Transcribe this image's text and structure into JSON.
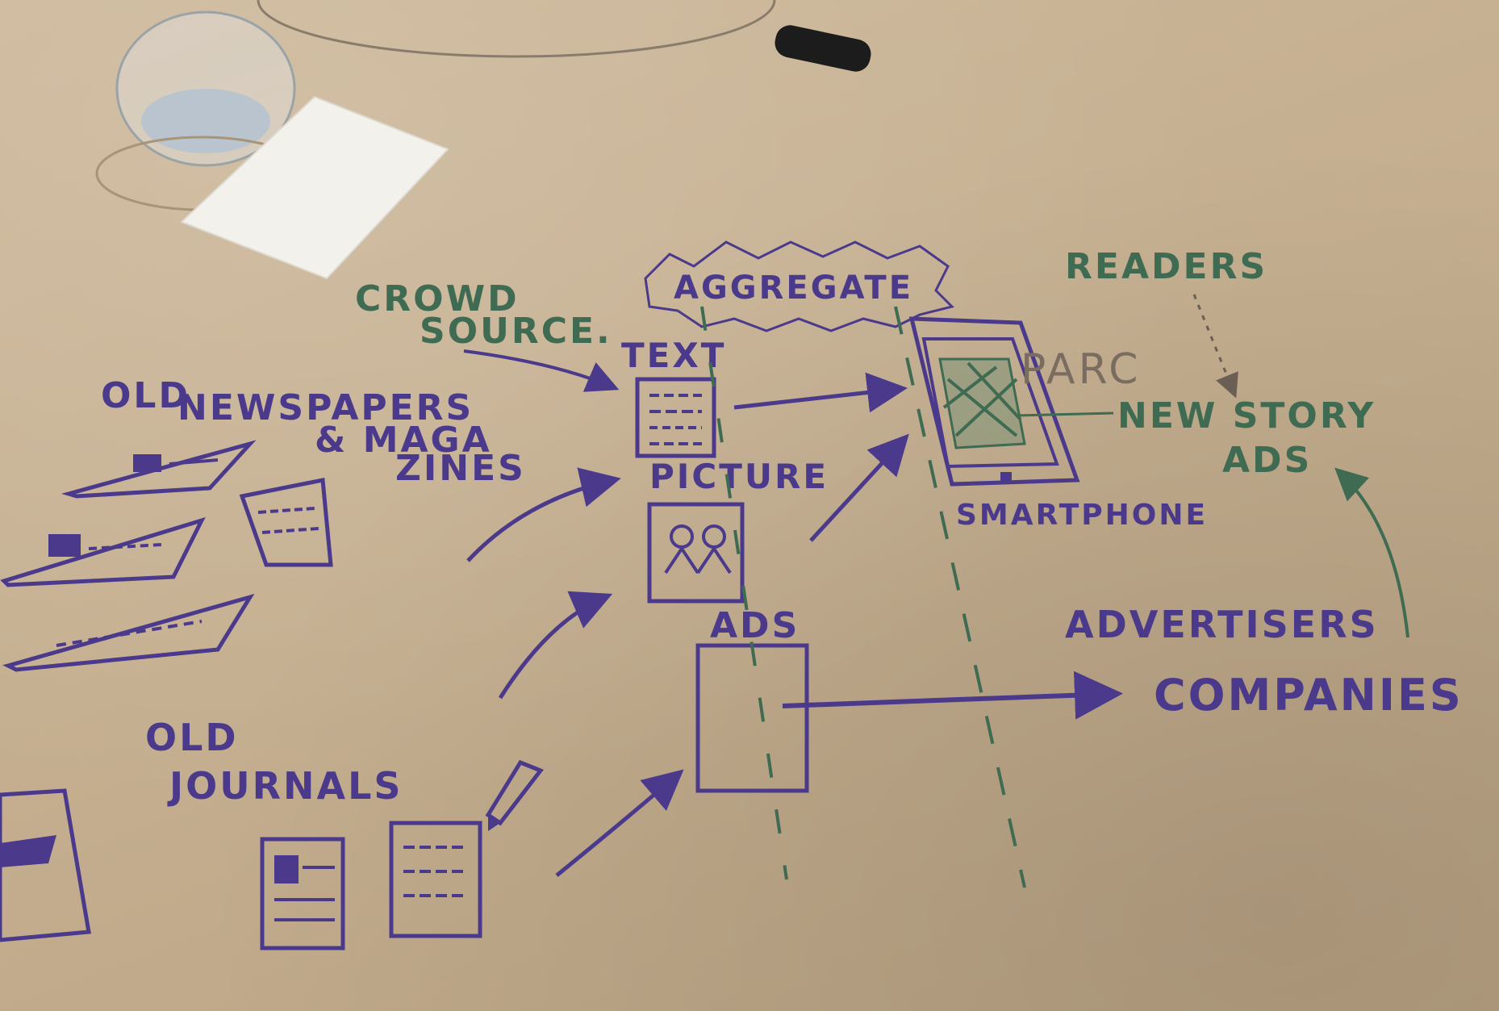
{
  "sketch": {
    "labels": {
      "aggregate": "AGGREGATE",
      "readers": "READERS",
      "crowd": "CROWD",
      "source": "SOURCE.",
      "text": "TEXT",
      "parc": "PARC",
      "new_story": "NEW STORY",
      "ads_right": "ADS",
      "old_newspapers": "OLD",
      "newspapers": "NEWSPAPERS",
      "and_maga": "& MAGA",
      "zines": "ZINES",
      "picture": "PICTURE",
      "smartphone": "SMARTPHONE",
      "ads_center": "ADS",
      "advertisers": "ADVERTISERS",
      "companies": "COMPANIES",
      "old_journals": "OLD",
      "journals": "JOURNALS"
    },
    "colors": {
      "purple_marker": "#4b3a8c",
      "green_marker": "#3f6b52",
      "paper": "#c8b395"
    }
  }
}
